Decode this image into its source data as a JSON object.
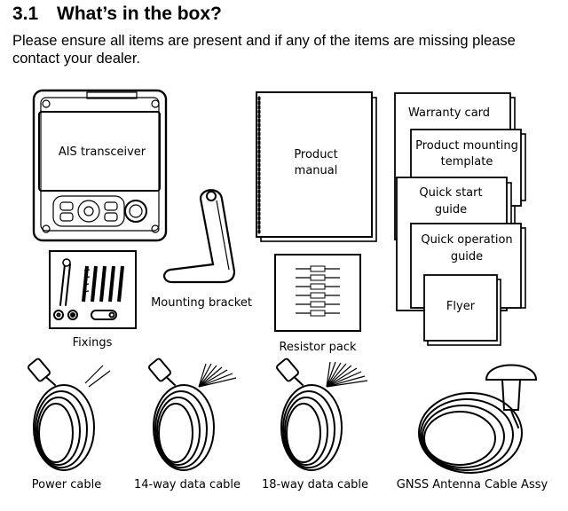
{
  "section": {
    "number": "3.1",
    "title": "What’s in the box?",
    "intro": "Please ensure all items are present and if any of the items are missing please contact your dealer."
  },
  "items": {
    "ais_transceiver": "AIS transceiver",
    "product_manual_line1": "Product",
    "product_manual_line2": "manual",
    "warranty_card": "Warranty card",
    "product_mounting_template_line1": "Product mounting",
    "product_mounting_template_line2": "template",
    "quick_start_guide_line1": "Quick start",
    "quick_start_guide_line2": "guide",
    "quick_operation_guide_line1": "Quick operation",
    "quick_operation_guide_line2": "guide",
    "flyer": "Flyer",
    "mounting_bracket": "Mounting bracket",
    "fixings": "Fixings",
    "resistor_pack": "Resistor pack",
    "power_cable": "Power cable",
    "data_cable_14": "14-way data cable",
    "data_cable_18": "18-way data cable",
    "gnss_antenna_cable": "GNSS Antenna Cable Assy"
  }
}
